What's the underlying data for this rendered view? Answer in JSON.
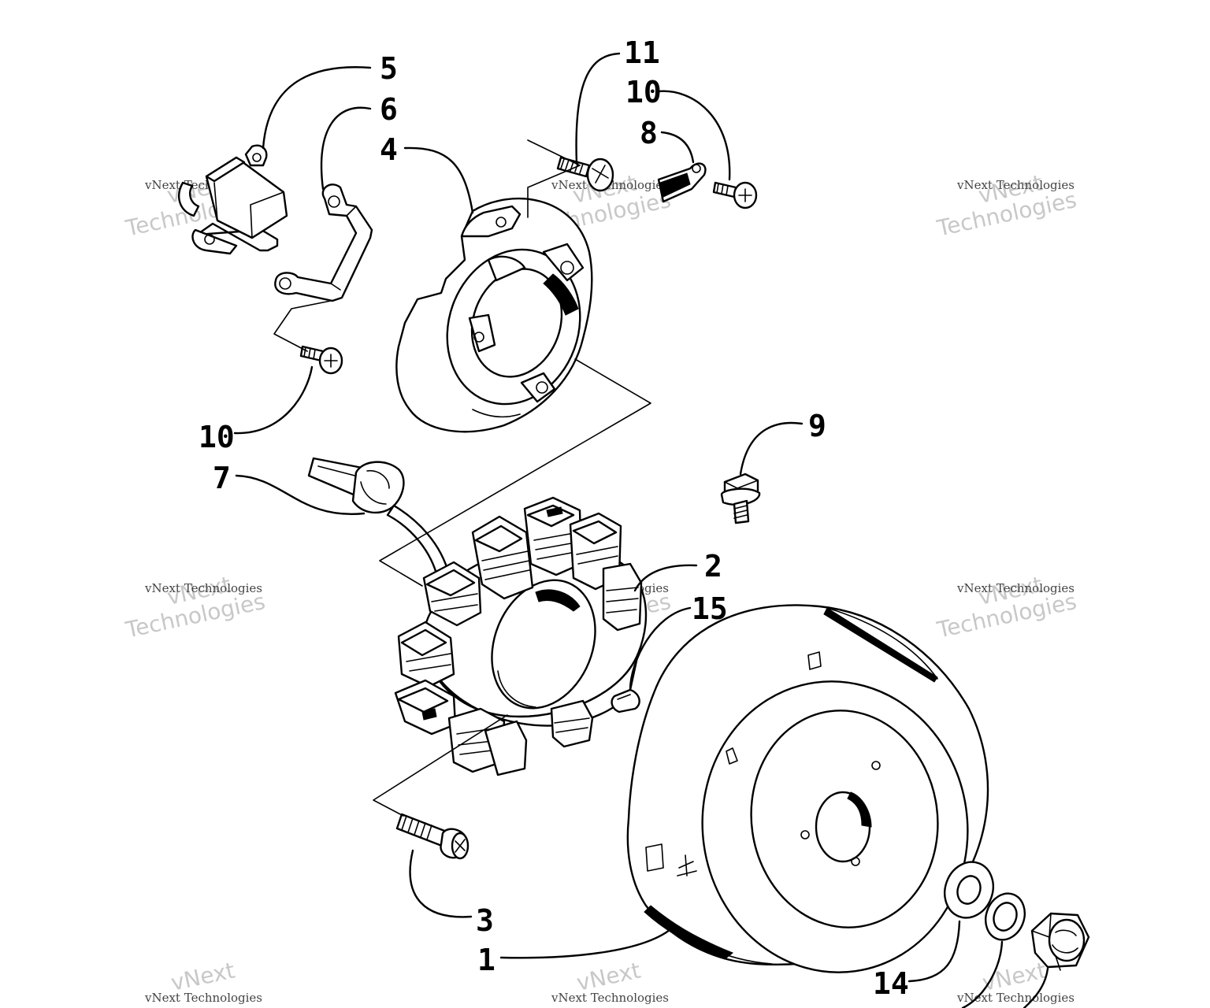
{
  "watermark": {
    "line1": "vNext",
    "line2": "Technologies",
    "small": "vNext Technologies"
  },
  "callouts": {
    "c1": "1",
    "c2": "2",
    "c3": "3",
    "c4": "4",
    "c5": "5",
    "c6": "6",
    "c7": "7",
    "c8": "8",
    "c9": "9",
    "c10_top": "10",
    "c10_left": "10",
    "c11": "11",
    "c14": "14",
    "c15": "15"
  }
}
